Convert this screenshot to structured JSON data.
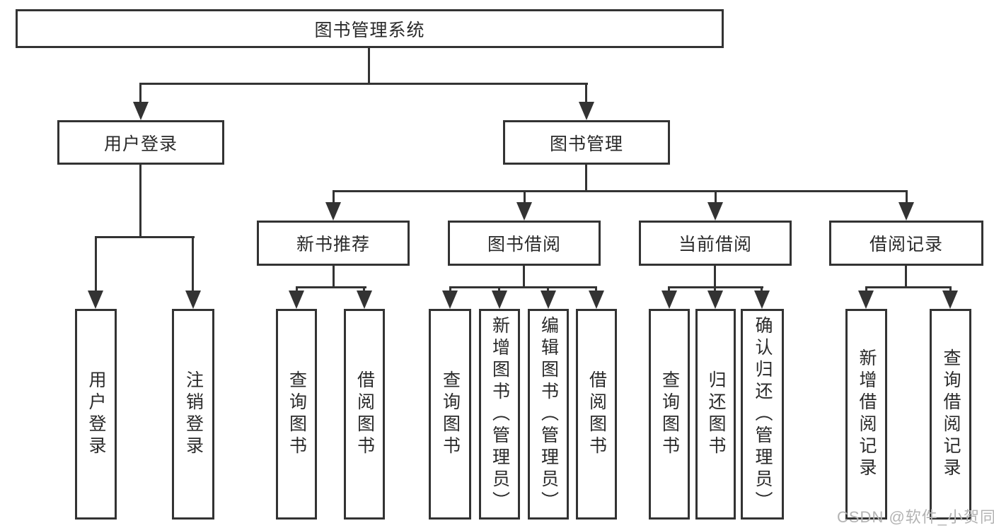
{
  "watermark": "CSDN @软件_小贺同学",
  "colors": {
    "line": "#333333",
    "box_border": "#333333",
    "text": "#2a2a2a",
    "background": "#ffffff",
    "watermark": "#b3b3b3"
  },
  "structure": {
    "root": "图书管理系统",
    "children": [
      {
        "label": "用户登录",
        "children": [
          "用户登录",
          "注销登录"
        ]
      },
      {
        "label": "图书管理",
        "children": [
          {
            "label": "新书推荐",
            "children": [
              "查询图书",
              "借阅图书"
            ]
          },
          {
            "label": "图书借阅",
            "children": [
              "查询图书",
              "新增图书（管理员）",
              "编辑图书（管理员）",
              "借阅图书"
            ]
          },
          {
            "label": "当前借阅",
            "children": [
              "查询图书",
              "归还图书",
              "确认归还（管理员）"
            ]
          },
          {
            "label": "借阅记录",
            "children": [
              "新增借阅记录",
              "查询借阅记录"
            ]
          }
        ]
      }
    ]
  }
}
